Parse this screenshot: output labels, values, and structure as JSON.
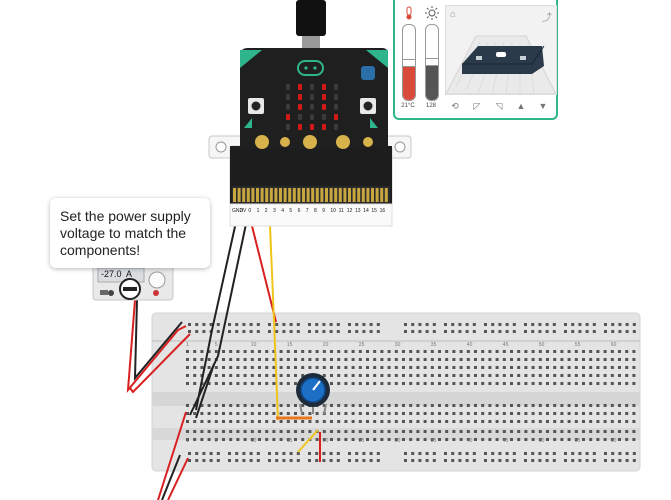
{
  "tooltip": {
    "text": "Set the power supply voltage to match the components!"
  },
  "env_panel": {
    "temperature_value": "21°C",
    "light_value": "128",
    "temperature_icon": "thermometer-icon",
    "light_icon": "sun-icon",
    "preview_home_icon": "home-icon",
    "preview_rotate_icon": "rotate-icon",
    "gesture_icons": [
      "shake-icon",
      "tilt-left-icon",
      "tilt-right-icon",
      "face-up-icon",
      "face-down-icon"
    ]
  },
  "microbit": {
    "pin_labels": [
      "GND",
      "3V",
      "0",
      "1",
      "2",
      "3",
      "4",
      "5",
      "6",
      "7",
      "8",
      "9",
      "10",
      "11",
      "12",
      "13",
      "14",
      "15",
      "16"
    ]
  },
  "power_supply": {
    "reading": "-27.0",
    "unit": "A"
  },
  "breadboard": {
    "column_labels_top": [
      "1",
      "5",
      "10",
      "15",
      "20",
      "25",
      "30",
      "35",
      "40",
      "45",
      "50",
      "55",
      "60"
    ],
    "column_labels_bottom": [
      "1",
      "5",
      "10",
      "15",
      "20",
      "25",
      "30",
      "35",
      "40",
      "45",
      "50",
      "55",
      "60"
    ]
  },
  "colors": {
    "accent": "#2eb58c",
    "led_on": "#d41919",
    "wire_red": "#d92020",
    "wire_black": "#222222",
    "wire_yellow": "#f0c419",
    "wire_orange": "#e8761c",
    "knob_blue": "#1c6fc4"
  }
}
